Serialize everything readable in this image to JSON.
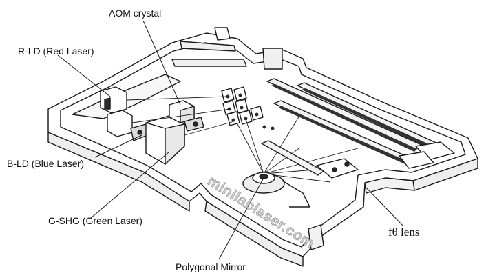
{
  "labels": {
    "aom_crystal": "AOM crystal",
    "r_ld": "R-LD (Red Laser)",
    "b_ld": "B-LD (Blue Laser)",
    "g_shg": "G-SHG (Green Laser)",
    "polygonal_mirror": "Polygonal Mirror",
    "f_theta_lens": "fθ lens"
  },
  "watermark": "minilablaser.com",
  "colors": {
    "line": "#1a1a1a",
    "body_fill": "#ffffff",
    "shade": "#e6e6e6",
    "dark": "#2b2b2b"
  }
}
